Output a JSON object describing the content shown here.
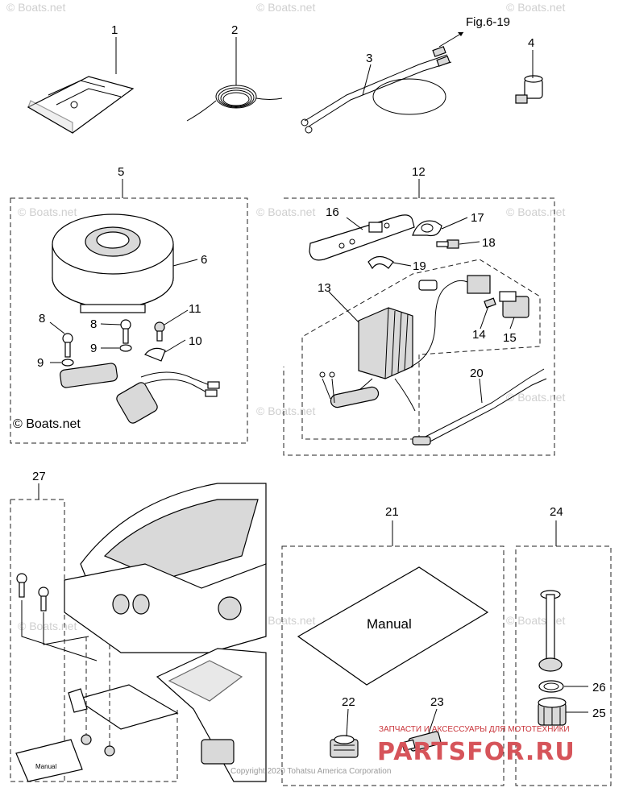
{
  "figure_ref": "Fig.6-19",
  "callouts": [
    "1",
    "2",
    "3",
    "4",
    "5",
    "6",
    "8",
    "11",
    "8",
    "9",
    "10",
    "9",
    "12",
    "16",
    "17",
    "18",
    "19",
    "13",
    "14",
    "15",
    "20",
    "27",
    "21",
    "24",
    "26",
    "25",
    "22",
    "23"
  ],
  "manual_big": "Manual",
  "manual_small": "Manual",
  "watermark": "© Boats.net",
  "watermark_dark": "© Boats.net",
  "copyright": "Copyright 2020 Tohatsu America Corporation",
  "logo": {
    "tagline": "ЗАПЧАСТИ И АКСЕССУАРЫ ДЛЯ МОТОТЕХНИКИ",
    "name": "PARTSFOR.RU"
  }
}
